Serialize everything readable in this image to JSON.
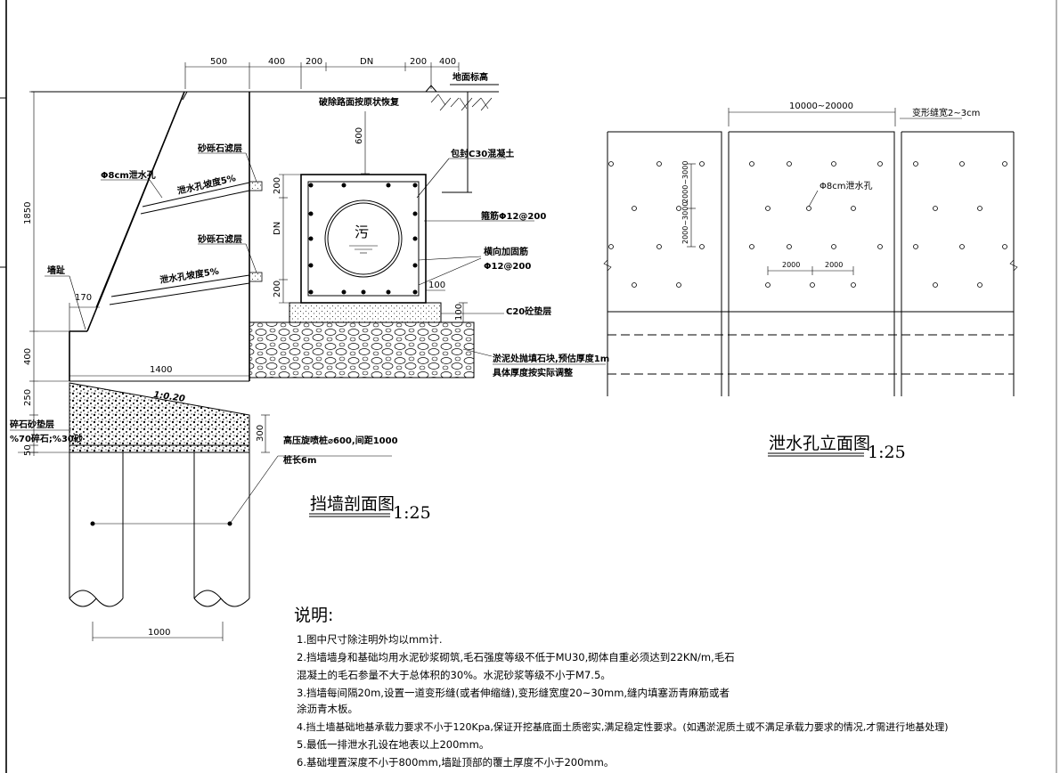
{
  "section_view": {
    "title": "挡墙剖面图",
    "scale": "1:25",
    "top_dims": [
      "500",
      "400",
      "200",
      "DN",
      "200",
      "400"
    ],
    "left_dims": [
      "1850",
      "400",
      "250",
      "50"
    ],
    "ground_label": "地面标高",
    "road_restore": "破除路面按原状恢复",
    "dim_600": "600",
    "concrete_wrap": "包封C30混凝土",
    "gravel_filter_1": "砂砾石滤层",
    "gravel_filter_2": "砂砾石滤层",
    "drain_hole": "Φ8cm泄水孔",
    "slope_1": "泄水孔坡度5%",
    "slope_2": "泄水孔坡度5%",
    "toe": "墙趾",
    "dim_170": "170",
    "pipe_symbol": "污",
    "box_dims": [
      "200",
      "DN",
      "200"
    ],
    "stirrup": "箍筋Φ12@200",
    "long_bar_1": "横向加固筋",
    "long_bar_2": "Φ12@200",
    "dim_100": "100",
    "dim_100b": "100",
    "c20_pad": "C20砼垫层",
    "riprap_1": "淤泥处抛填石块,预估厚度1m",
    "riprap_2": "具体厚度按实际调整",
    "dim_1400": "1400",
    "slope_ratio": "1:0.20",
    "cushion_1": "碎石砂垫层",
    "cushion_2": "%70碎石;%30砂",
    "dim_300": "300",
    "pile_1": "高压旋喷桩⌀600,间距1000",
    "pile_2": "桩长6m",
    "dim_1000": "1000"
  },
  "elevation_view": {
    "title": "泄水孔立面图",
    "scale": "1:25",
    "span_dim": "10000~20000",
    "joint_label": "变形缝宽2~3cm",
    "hole_label": "Φ8cm泄水孔",
    "v_dim_1": "2000~3000",
    "v_dim_2": "2000~3000",
    "h_dim_1": "2000",
    "h_dim_2": "2000"
  },
  "notes": {
    "heading": "说明:",
    "lines": [
      "1.图中尺寸除注明外均以mm计.",
      "2.挡墙墙身和基础均用水泥砂浆砌筑,毛石强度等级不低于MU30,砌体自重必须达到22KN/m,毛石",
      "混凝土的毛石参量不大于总体积的30%。水泥砂浆等级不小于M7.5。",
      "3.挡墙每间隔20m,设置一道变形缝(或者伸缩缝),变形缝宽度20~30mm,缝内填塞沥青麻筋或者",
      "涂沥青木板。",
      "4.挡土墙基础地基承载力要求不小于120Kpa,保证开挖基底面土质密实,满足稳定性要求。(如遇淤泥质土或不满足承载力要求的情况,才需进行地基处理)",
      "5.最低一排泄水孔设在地表以上200mm。",
      "6.基础埋置深度不小于800mm,墙趾顶部的覆土厚度不小于200mm。"
    ]
  }
}
